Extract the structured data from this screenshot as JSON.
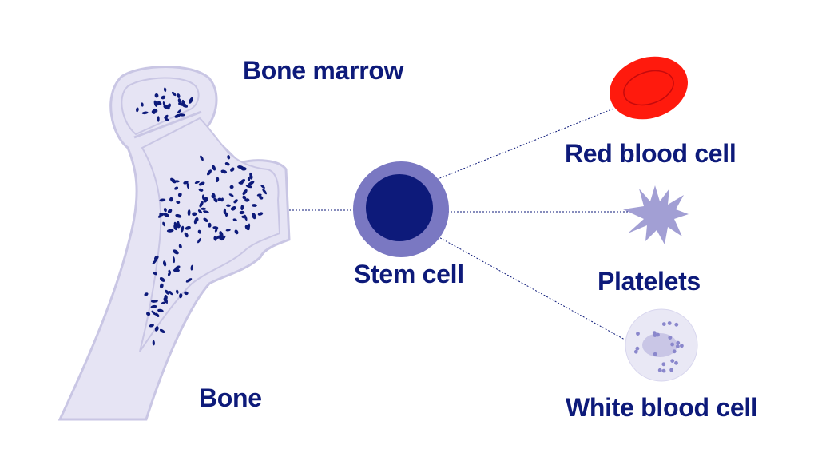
{
  "labels": {
    "bone_marrow": "Bone marrow",
    "bone": "Bone",
    "stem_cell": "Stem cell",
    "red_blood_cell": "Red blood cell",
    "platelets": "Platelets",
    "white_blood_cell": "White blood cell"
  },
  "colors": {
    "text": "#0d1a7a",
    "bone_fill": "#e6e4f4",
    "bone_outline": "#c9c6e4",
    "marrow_spots": "#0d1a7a",
    "stem_outer": "#7a78c2",
    "stem_inner": "#0d1a7a",
    "red_blood_cell": "#ff1a0d",
    "platelet": "#a29fd4",
    "white_blood_cell": "#e9e8f5",
    "wbc_nucleus": "#c9c6e6",
    "wbc_dots": "#8a87cc",
    "connector": "#0d1a7a"
  },
  "icons": [
    "femur-bone-icon",
    "stem-cell-icon",
    "red-blood-cell-icon",
    "platelet-icon",
    "white-blood-cell-icon"
  ]
}
